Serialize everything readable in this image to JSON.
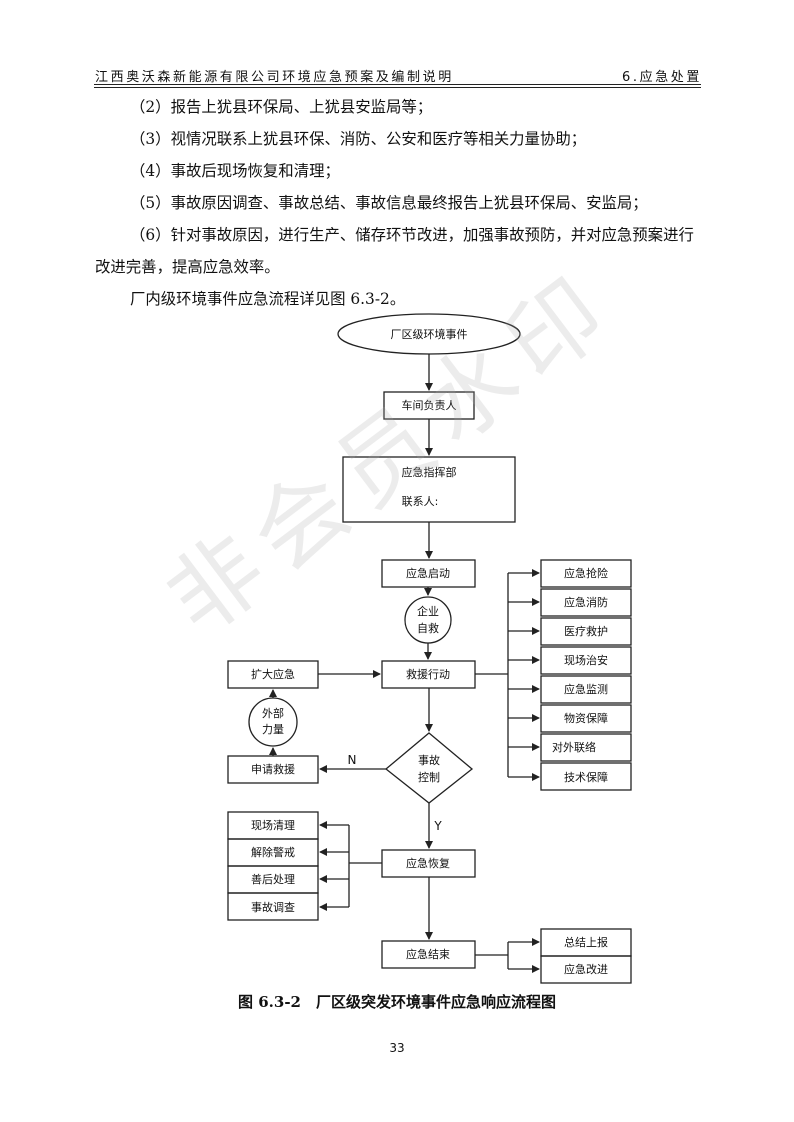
{
  "header": {
    "left": "江西奥沃森新能源有限公司环境应急预案及编制说明",
    "right": "6.应急处置"
  },
  "paragraphs": [
    "（2）报告上犹县环保局、上犹县安监局等；",
    "（3）视情况联系上犹县环保、消防、公安和医疗等相关力量协助；",
    "（4）事故后现场恢复和清理；",
    "（5）事故原因调查、事故总结、事故信息最终报告上犹县环保局、安监局；",
    "（6）针对事故原因，进行生产、储存环节改进，加强事故预防，并对应急预案进行改进完善，提高应急效率。",
    "厂内级环境事件应急流程详见图 6.3-2。"
  ],
  "flowchart": {
    "start": "厂区级环境事件",
    "workshop": "车间负责人",
    "command_line1": "应急指挥部",
    "command_line2": "联系人:",
    "activate": "应急启动",
    "self_rescue_line1": "企业",
    "self_rescue_line2": "自救",
    "rescue_action": "救援行动",
    "expand": "扩大应急",
    "external_line1": "外部",
    "external_line2": "力量",
    "request_rescue": "申请救援",
    "control_line1": "事故",
    "control_line2": "控制",
    "label_n": "N",
    "label_y": "Y",
    "recovery": "应急恢复",
    "end": "应急结束",
    "right_tasks": [
      "应急抢险",
      "应急消防",
      "医疗救护",
      "现场治安",
      "应急监测",
      "物资保障",
      "对外联络",
      "技术保障"
    ],
    "left_tasks": [
      "现场清理",
      "解除警戒",
      "善后处理",
      "事故调查"
    ],
    "end_tasks": [
      "总结上报",
      "应急改进"
    ]
  },
  "watermark": "非会员水印",
  "caption": "图 6.3-2　厂区级突发环境事件应急响应流程图",
  "page_number": "33"
}
